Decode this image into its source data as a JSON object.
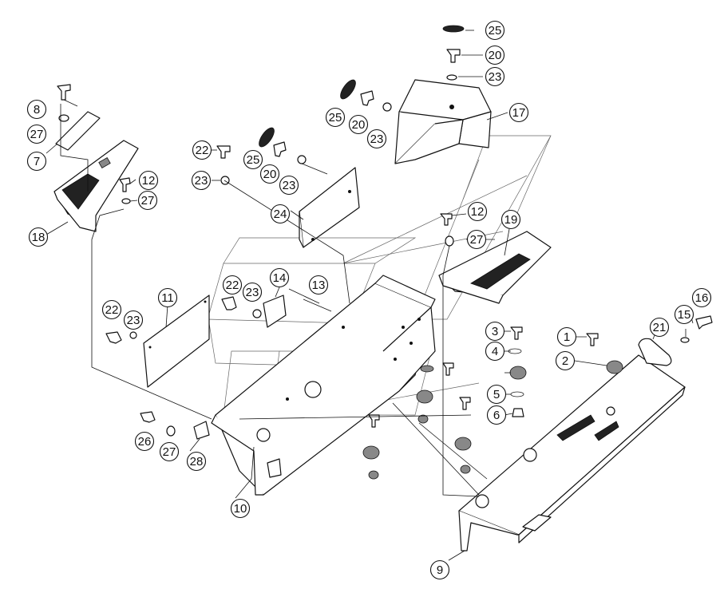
{
  "callouts": [
    "1",
    "2",
    "3",
    "4",
    "5",
    "6",
    "7",
    "8",
    "9",
    "10",
    "11",
    "12",
    "12",
    "13",
    "14",
    "15",
    "16",
    "17",
    "18",
    "19",
    "20",
    "20",
    "20",
    "21",
    "22",
    "22",
    "22",
    "23",
    "23",
    "23",
    "23",
    "23",
    "23",
    "24",
    "25",
    "25",
    "25",
    "26",
    "27",
    "27",
    "27",
    "27",
    "28"
  ]
}
